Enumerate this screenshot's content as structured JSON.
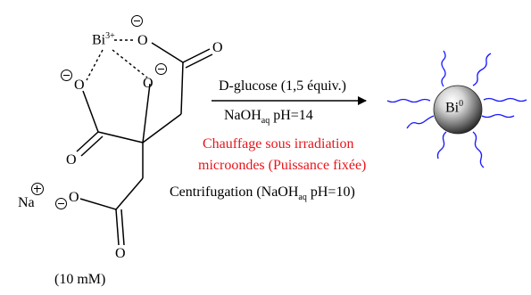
{
  "molecule": {
    "bismuth_label": "Bi",
    "bismuth_charge": "3+",
    "oxygen": "O",
    "sodium": "Na",
    "concentration": "(10 mM)"
  },
  "conditions": {
    "above_arrow": "D-glucose (1,5 équiv.)",
    "base_prefix": "NaOH",
    "base_sub": "aq",
    "base_suffix": " pH=14",
    "heating_line1": "Chauffage sous irradiation",
    "heating_line2": "microondes (Puissance fixée)",
    "centrifuge_prefix": "Centrifugation (NaOH",
    "centrifuge_sub": "aq",
    "centrifuge_suffix": " pH=10)"
  },
  "product": {
    "label": "Bi",
    "superscript": "0"
  },
  "colors": {
    "text": "#000000",
    "highlight": "#e8141b",
    "ligand": "#1a1aff"
  }
}
